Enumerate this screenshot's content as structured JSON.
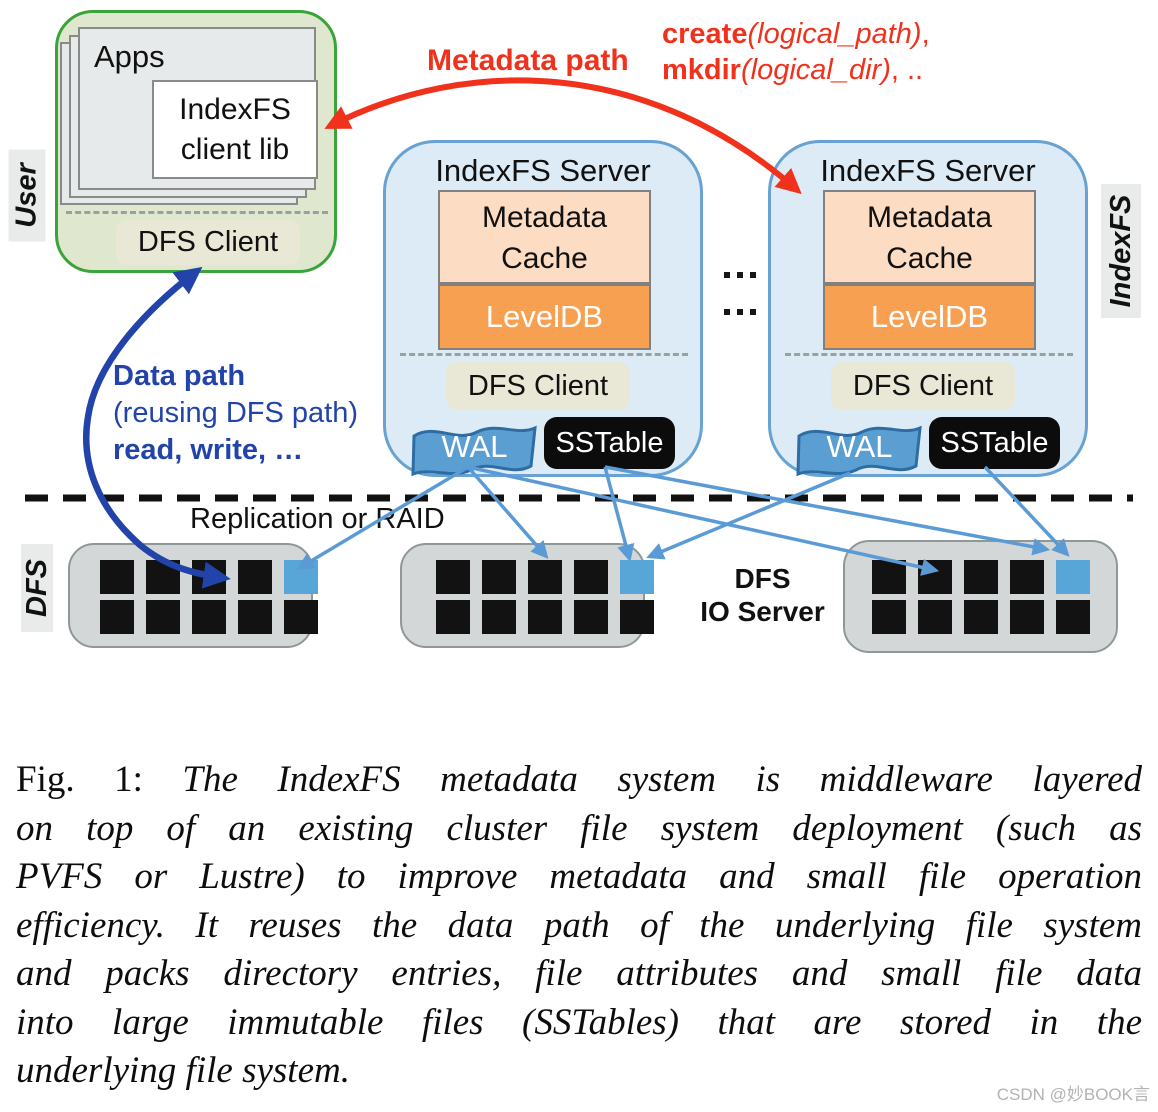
{
  "colors": {
    "green_border": "#3aa33a",
    "green_fill": "#dfe8ce",
    "server_fill": "#dcebf6",
    "server_border": "#68a2d2",
    "cache_fill": "#fcdcc2",
    "leveldb_fill": "#f8a052",
    "beige_fill": "#e9e7d6",
    "dfs_fill": "#d3d7d7",
    "block_black": "#121212",
    "block_blue": "#58a5d8",
    "red_accent": "#f0311c",
    "dark_blue": "#2244aa",
    "thin_blue": "#5b9bd5"
  },
  "user_group": {
    "side_label": "User",
    "apps_label": "Apps",
    "client_lib_line1": "IndexFS",
    "client_lib_line2": "client lib",
    "dfs_client": "DFS Client"
  },
  "servers": [
    {
      "title": "IndexFS Server",
      "cache_line1": "Metadata",
      "cache_line2": "Cache",
      "db": "LevelDB",
      "dfs_client": "DFS Client",
      "wal": "WAL",
      "sstable": "SSTable"
    },
    {
      "title": "IndexFS Server",
      "cache_line1": "Metadata",
      "cache_line2": "Cache",
      "db": "LevelDB",
      "dfs_client": "DFS Client",
      "wal": "WAL",
      "sstable": "SSTable"
    }
  ],
  "indexfs_side_label": "IndexFS",
  "metadata_path": {
    "label": "Metadata path",
    "op1_name": "create",
    "op1_arg": "(logical_path)",
    "op1_tail": ",",
    "op2_name": "mkdir",
    "op2_arg": "(logical_dir)",
    "op2_tail": ", .."
  },
  "data_path": {
    "line1": "Data path",
    "line2": "(reusing DFS path)",
    "line3": "read, write, …"
  },
  "dfs_section": {
    "side_label": "DFS",
    "replication_label": "Replication or RAID",
    "io_label_line1": "DFS",
    "io_label_line2": "IO Server"
  },
  "dfs_servers": [
    {
      "grid": [
        "black",
        "black",
        "black",
        "black",
        "blue",
        "black",
        "black",
        "black",
        "black",
        "black"
      ]
    },
    {
      "grid": [
        "black",
        "black",
        "black",
        "black",
        "blue",
        "black",
        "black",
        "black",
        "black",
        "black"
      ]
    },
    {
      "grid": [
        "black",
        "black",
        "black",
        "black",
        "blue",
        "black",
        "black",
        "black",
        "black",
        "black"
      ]
    }
  ],
  "caption": {
    "prefix": "Fig. 1:",
    "lines": [
      "The IndexFS metadata system is middleware layered",
      "on top of an existing cluster file system deployment (such as",
      "PVFS or Lustre) to improve metadata and small file operation",
      "efficiency. It reuses the data path of the underlying file system",
      "and packs directory entries, file attributes and small file data",
      "into large immutable files (SSTables) that are stored in the",
      "underlying file system."
    ]
  },
  "watermark": "CSDN @妙BOOK言"
}
